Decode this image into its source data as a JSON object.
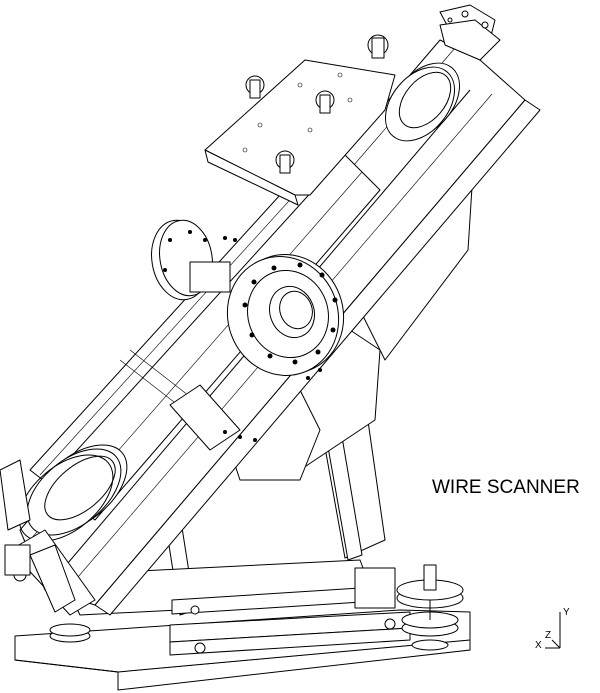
{
  "title": "WIRE SCANNER",
  "axes": {
    "x": "X",
    "y": "Y",
    "z": "Z"
  },
  "colors": {
    "line": "#000000",
    "background": "#ffffff"
  }
}
